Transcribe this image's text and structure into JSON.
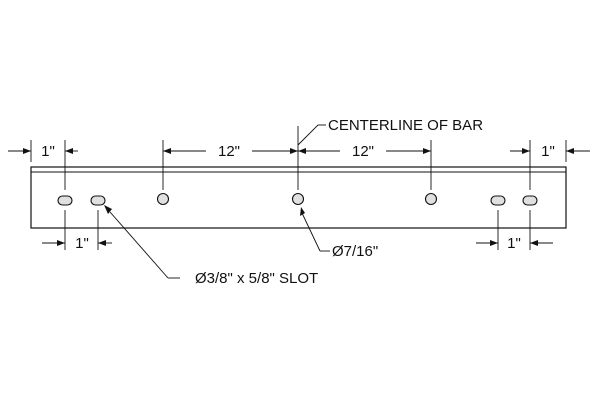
{
  "diagram": {
    "bar_centerline_label": "CENTERLINE OF BAR",
    "dimensions": {
      "left_top": "1\"",
      "left_spacing": "12\"",
      "right_spacing": "12\"",
      "right_top": "1\"",
      "left_bottom": "1\"",
      "right_bottom": "1\""
    },
    "callouts": {
      "hole": "Ø7/16\"",
      "slot": "Ø3/8\" x 5/8\" SLOT"
    }
  }
}
